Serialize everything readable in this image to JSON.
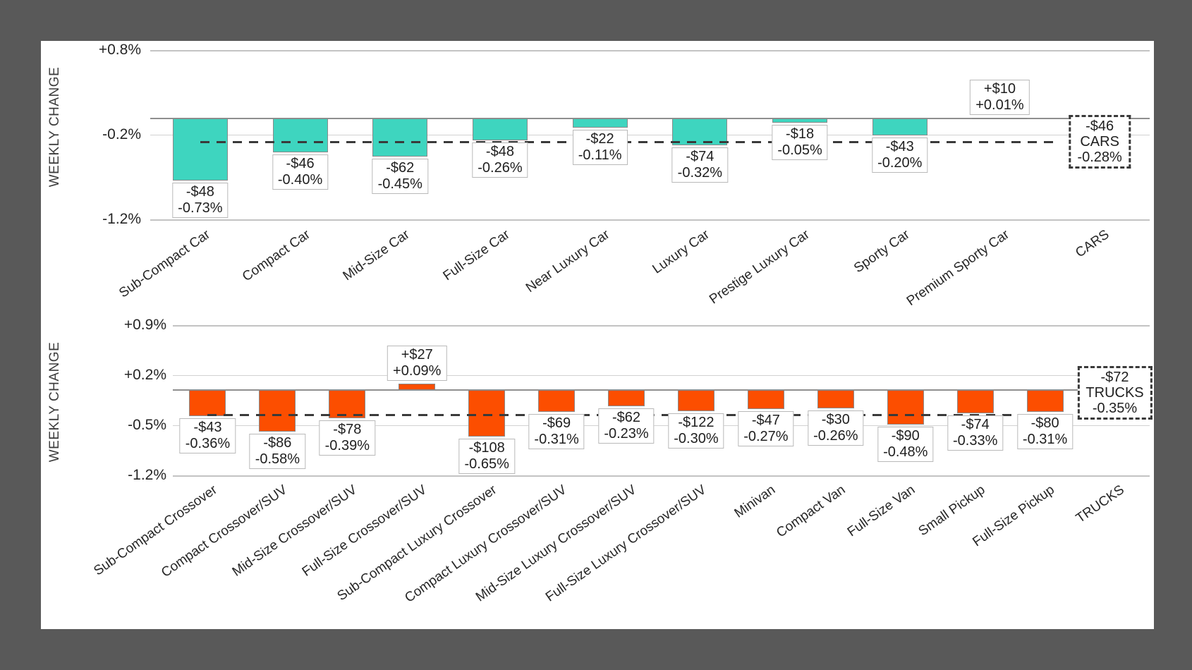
{
  "colors": {
    "background": "#595959",
    "panel": "#ffffff",
    "cars_bar": "#3ed5bf",
    "trucks_bar": "#fc4e00",
    "bar_border": "#8a8a8a",
    "dashed_line": "#3a3a3a"
  },
  "chart_data": [
    {
      "type": "bar",
      "title": "",
      "ylabel": "WEEKLY CHANGE",
      "xlabel": "",
      "ylim": [
        -1.2,
        0.8
      ],
      "grid": true,
      "legend": "none",
      "bar_color": "#3ed5bf",
      "yticks": [
        {
          "label": "+0.8%",
          "value": 0.8
        },
        {
          "label": "-0.2%",
          "value": -0.2
        },
        {
          "label": "-1.2%",
          "value": -1.2
        }
      ],
      "bars": [
        {
          "category": "Sub-Compact Car",
          "dollar": "-$48",
          "pct_label": "-0.73%",
          "pct": -0.73
        },
        {
          "category": "Compact Car",
          "dollar": "-$46",
          "pct_label": "-0.40%",
          "pct": -0.4
        },
        {
          "category": "Mid-Size Car",
          "dollar": "-$62",
          "pct_label": "-0.45%",
          "pct": -0.45
        },
        {
          "category": "Full-Size Car",
          "dollar": "-$48",
          "pct_label": "-0.26%",
          "pct": -0.26
        },
        {
          "category": "Near Luxury Car",
          "dollar": "-$22",
          "pct_label": "-0.11%",
          "pct": -0.11
        },
        {
          "category": "Luxury Car",
          "dollar": "-$74",
          "pct_label": "-0.32%",
          "pct": -0.32
        },
        {
          "category": "Prestige Luxury Car",
          "dollar": "-$18",
          "pct_label": "-0.05%",
          "pct": -0.05
        },
        {
          "category": "Sporty Car",
          "dollar": "-$43",
          "pct_label": "-0.20%",
          "pct": -0.2
        },
        {
          "category": "Premium Sporty Car",
          "dollar": "+$10",
          "pct_label": "+0.01%",
          "pct": 0.01
        }
      ],
      "summary": {
        "category": "CARS",
        "dollar": "-$46",
        "pct_label": "-0.28%",
        "pct": -0.28
      }
    },
    {
      "type": "bar",
      "title": "",
      "ylabel": "WEEKLY CHANGE",
      "xlabel": "",
      "ylim": [
        -1.2,
        0.9
      ],
      "grid": true,
      "legend": "none",
      "bar_color": "#fc4e00",
      "yticks": [
        {
          "label": "+0.9%",
          "value": 0.9
        },
        {
          "label": "+0.2%",
          "value": 0.2
        },
        {
          "label": "-0.5%",
          "value": -0.5
        },
        {
          "label": "-1.2%",
          "value": -1.2
        }
      ],
      "bars": [
        {
          "category": "Sub-Compact Crossover",
          "dollar": "-$43",
          "pct_label": "-0.36%",
          "pct": -0.36
        },
        {
          "category": "Compact Crossover/SUV",
          "dollar": "-$86",
          "pct_label": "-0.58%",
          "pct": -0.58
        },
        {
          "category": "Mid-Size Crossover/SUV",
          "dollar": "-$78",
          "pct_label": "-0.39%",
          "pct": -0.39
        },
        {
          "category": "Full-Size Crossover/SUV",
          "dollar": "+$27",
          "pct_label": "+0.09%",
          "pct": 0.09
        },
        {
          "category": "Sub-Compact Luxury Crossover",
          "dollar": "-$108",
          "pct_label": "-0.65%",
          "pct": -0.65
        },
        {
          "category": "Compact Luxury Crossover/SUV",
          "dollar": "-$69",
          "pct_label": "-0.31%",
          "pct": -0.31
        },
        {
          "category": "Mid-Size Luxury Crossover/SUV",
          "dollar": "-$62",
          "pct_label": "-0.23%",
          "pct": -0.23
        },
        {
          "category": "Full-Size Luxury Crossover/SUV",
          "dollar": "-$122",
          "pct_label": "-0.30%",
          "pct": -0.3
        },
        {
          "category": "Minivan",
          "dollar": "-$47",
          "pct_label": "-0.27%",
          "pct": -0.27
        },
        {
          "category": "Compact Van",
          "dollar": "-$30",
          "pct_label": "-0.26%",
          "pct": -0.26
        },
        {
          "category": "Full-Size Van",
          "dollar": "-$90",
          "pct_label": "-0.48%",
          "pct": -0.48
        },
        {
          "category": "Small Pickup",
          "dollar": "-$74",
          "pct_label": "-0.33%",
          "pct": -0.33
        },
        {
          "category": "Full-Size Pickup",
          "dollar": "-$80",
          "pct_label": "-0.31%",
          "pct": -0.31
        }
      ],
      "summary": {
        "category": "TRUCKS",
        "dollar": "-$72",
        "pct_label": "-0.35%",
        "pct": -0.35
      }
    }
  ]
}
